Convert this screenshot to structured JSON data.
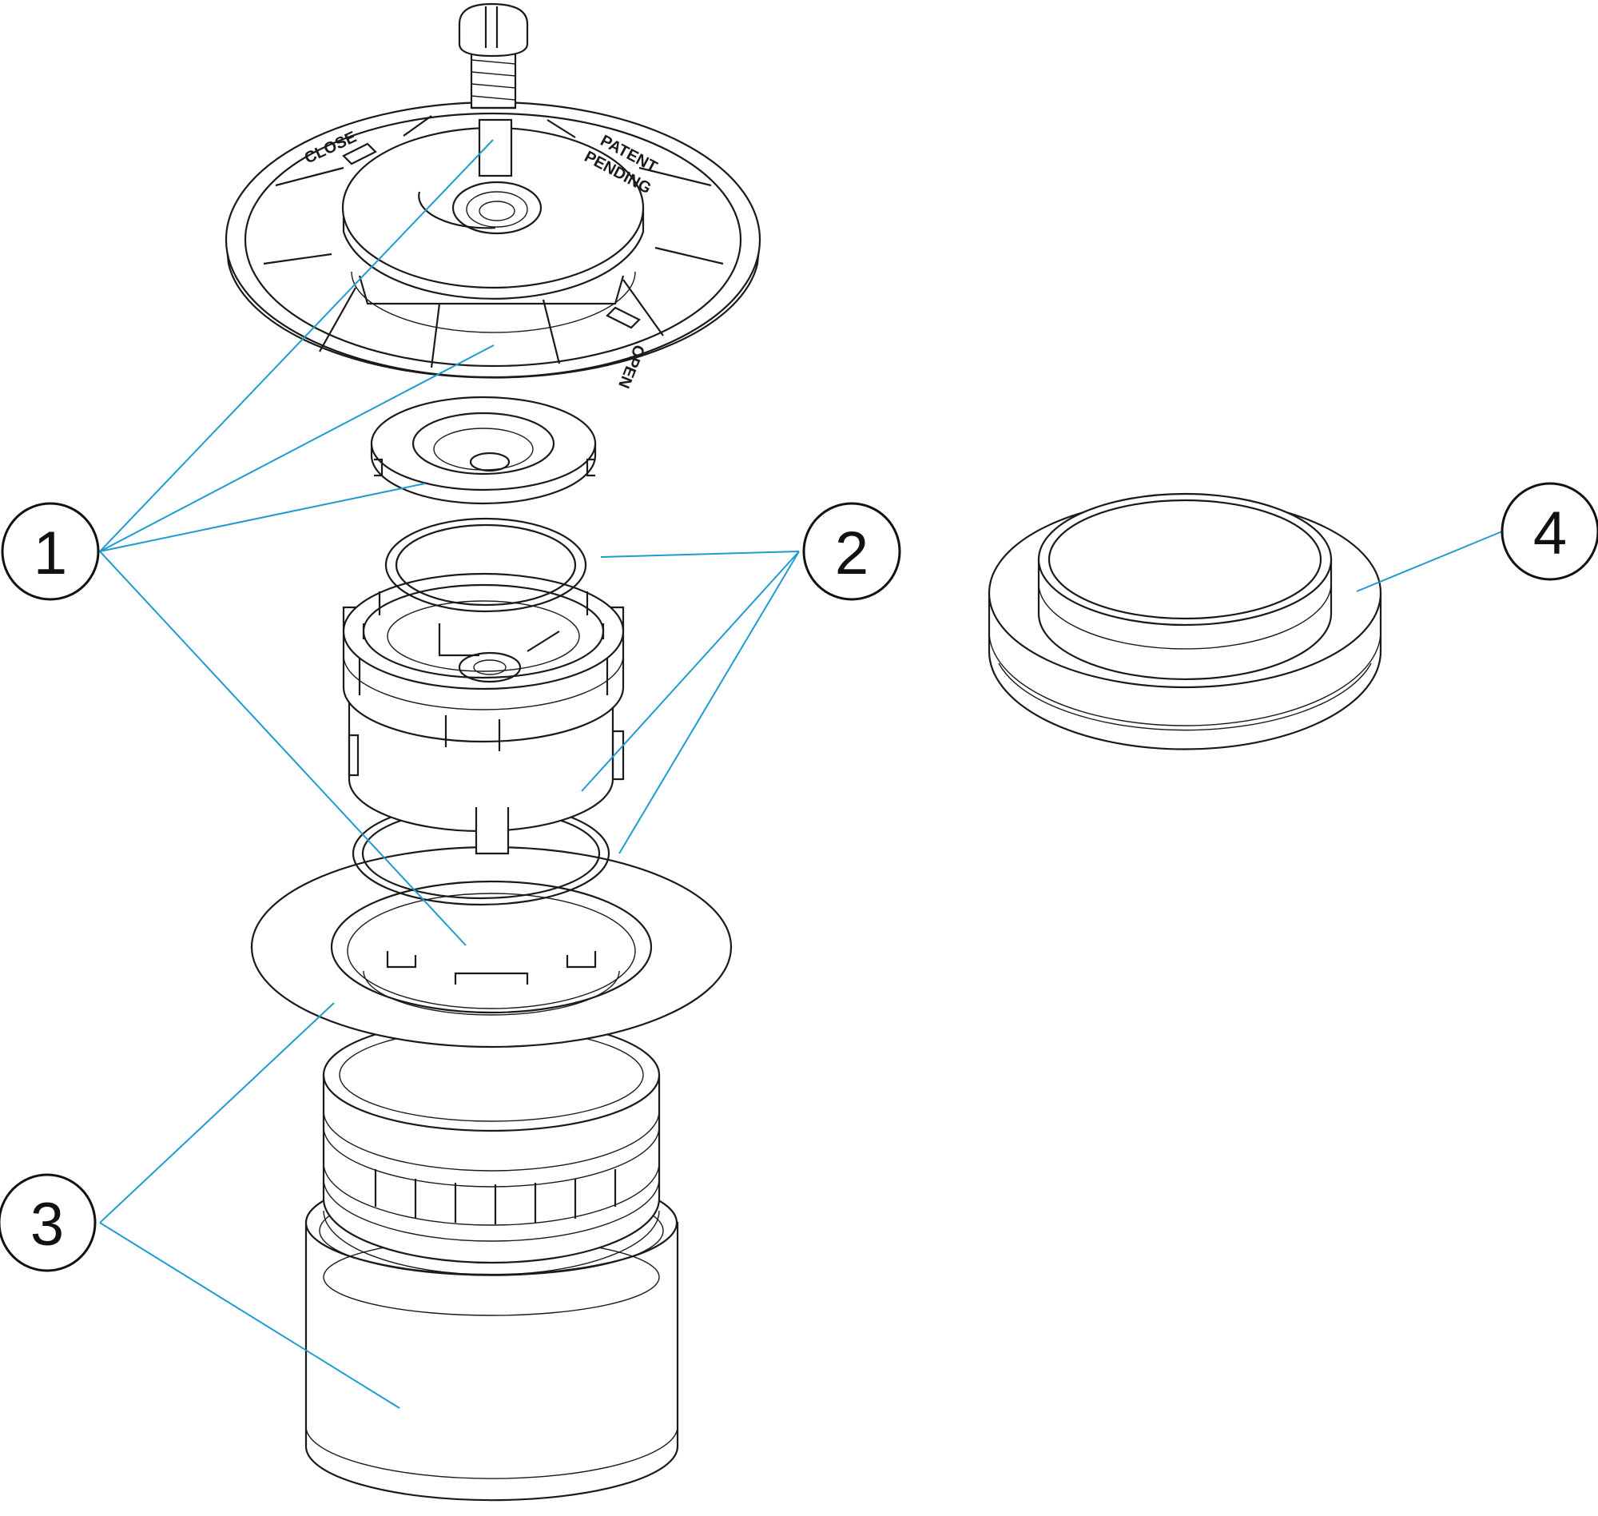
{
  "callouts": [
    {
      "id": "1",
      "label": "1"
    },
    {
      "id": "2",
      "label": "2"
    },
    {
      "id": "3",
      "label": "3"
    },
    {
      "id": "4",
      "label": "4"
    }
  ],
  "engraving": {
    "close": "CLOSE",
    "patent_line1": "PATENT",
    "patent_line2": "PENDING",
    "open": "OPEN"
  },
  "colors": {
    "leader": "#1f9bd1",
    "outline": "#1a1a1a"
  }
}
